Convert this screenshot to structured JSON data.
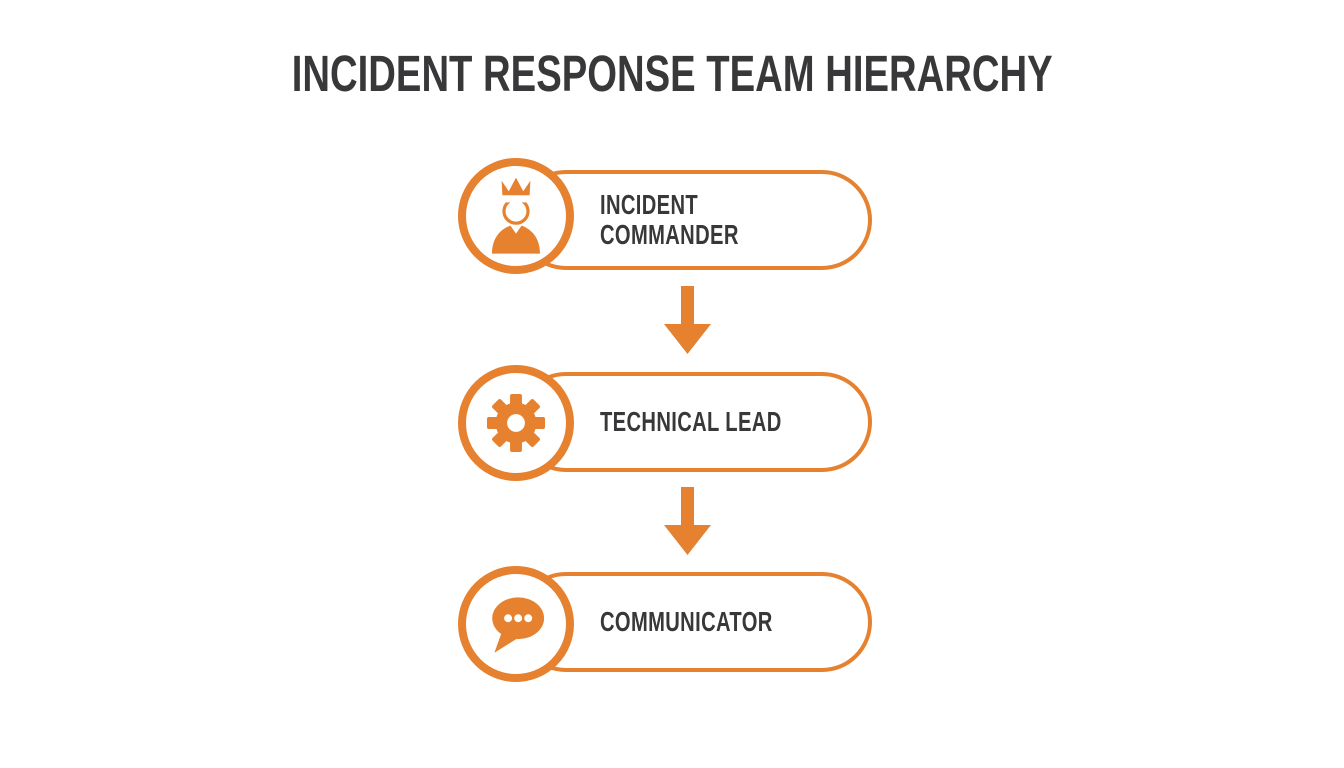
{
  "theme": {
    "accent": "#E5812F",
    "text": "#38383A",
    "background": "#FFFFFF"
  },
  "title": "INCIDENT RESPONSE TEAM HIERARCHY",
  "diagram": {
    "type": "vertical-hierarchy-flowchart",
    "nodes": [
      {
        "id": "incident-commander",
        "label": "INCIDENT\nCOMMANDER",
        "icon": "crown-person-icon"
      },
      {
        "id": "technical-lead",
        "label": "TECHNICAL LEAD",
        "icon": "gear-icon"
      },
      {
        "id": "communicator",
        "label": "COMMUNICATOR",
        "icon": "speech-bubble-icon"
      }
    ],
    "connectors": [
      {
        "from": "incident-commander",
        "to": "technical-lead",
        "type": "arrow-down"
      },
      {
        "from": "technical-lead",
        "to": "communicator",
        "type": "arrow-down"
      }
    ]
  }
}
